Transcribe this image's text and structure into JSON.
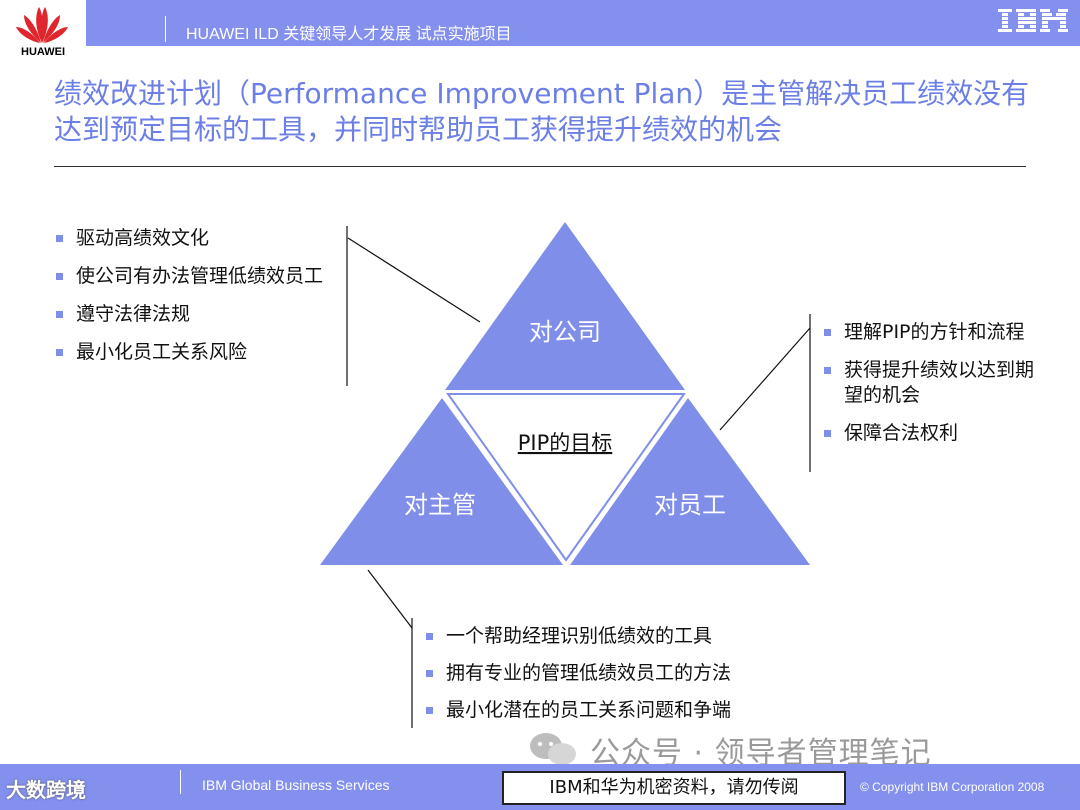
{
  "header": {
    "logo_text": "HUAWEI",
    "title": "HUAWEI ILD 关键领导人才发展 试点实施项目",
    "brand_right": "IBM",
    "bg_color": "#8390ee"
  },
  "main": {
    "title": "绩效改进计划（Performance Improvement Plan）是主管解决员工绩效没有达到预定目标的工具，并同时帮助员工获得提升绩效的机会",
    "accent_color": "#6c7fe6"
  },
  "diagram": {
    "top": "对公司",
    "left": "对主管",
    "right": "对员工",
    "center": "PIP的目标",
    "triangle_color": "#7f8ee8"
  },
  "lists": {
    "company": [
      "驱动高绩效文化",
      "使公司有办法管理低绩效员工",
      "遵守法律法规",
      "最小化员工关系风险"
    ],
    "employee": [
      "理解PIP的方针和流程",
      "获得提升绩效以达到期望的机会",
      "保障合法权利"
    ],
    "manager": [
      "一个帮助经理识别低绩效的工具",
      "拥有专业的管理低绩效员工的方法",
      "最小化潜在的员工关系问题和争端"
    ]
  },
  "watermark": "公众号 · 领导者管理笔记",
  "footer": {
    "badge": "大数跨境",
    "gbs": "IBM Global Business Services",
    "confidential": "IBM和华为机密资料，请勿传阅",
    "copyright": "© Copyright IBM Corporation 2008"
  }
}
